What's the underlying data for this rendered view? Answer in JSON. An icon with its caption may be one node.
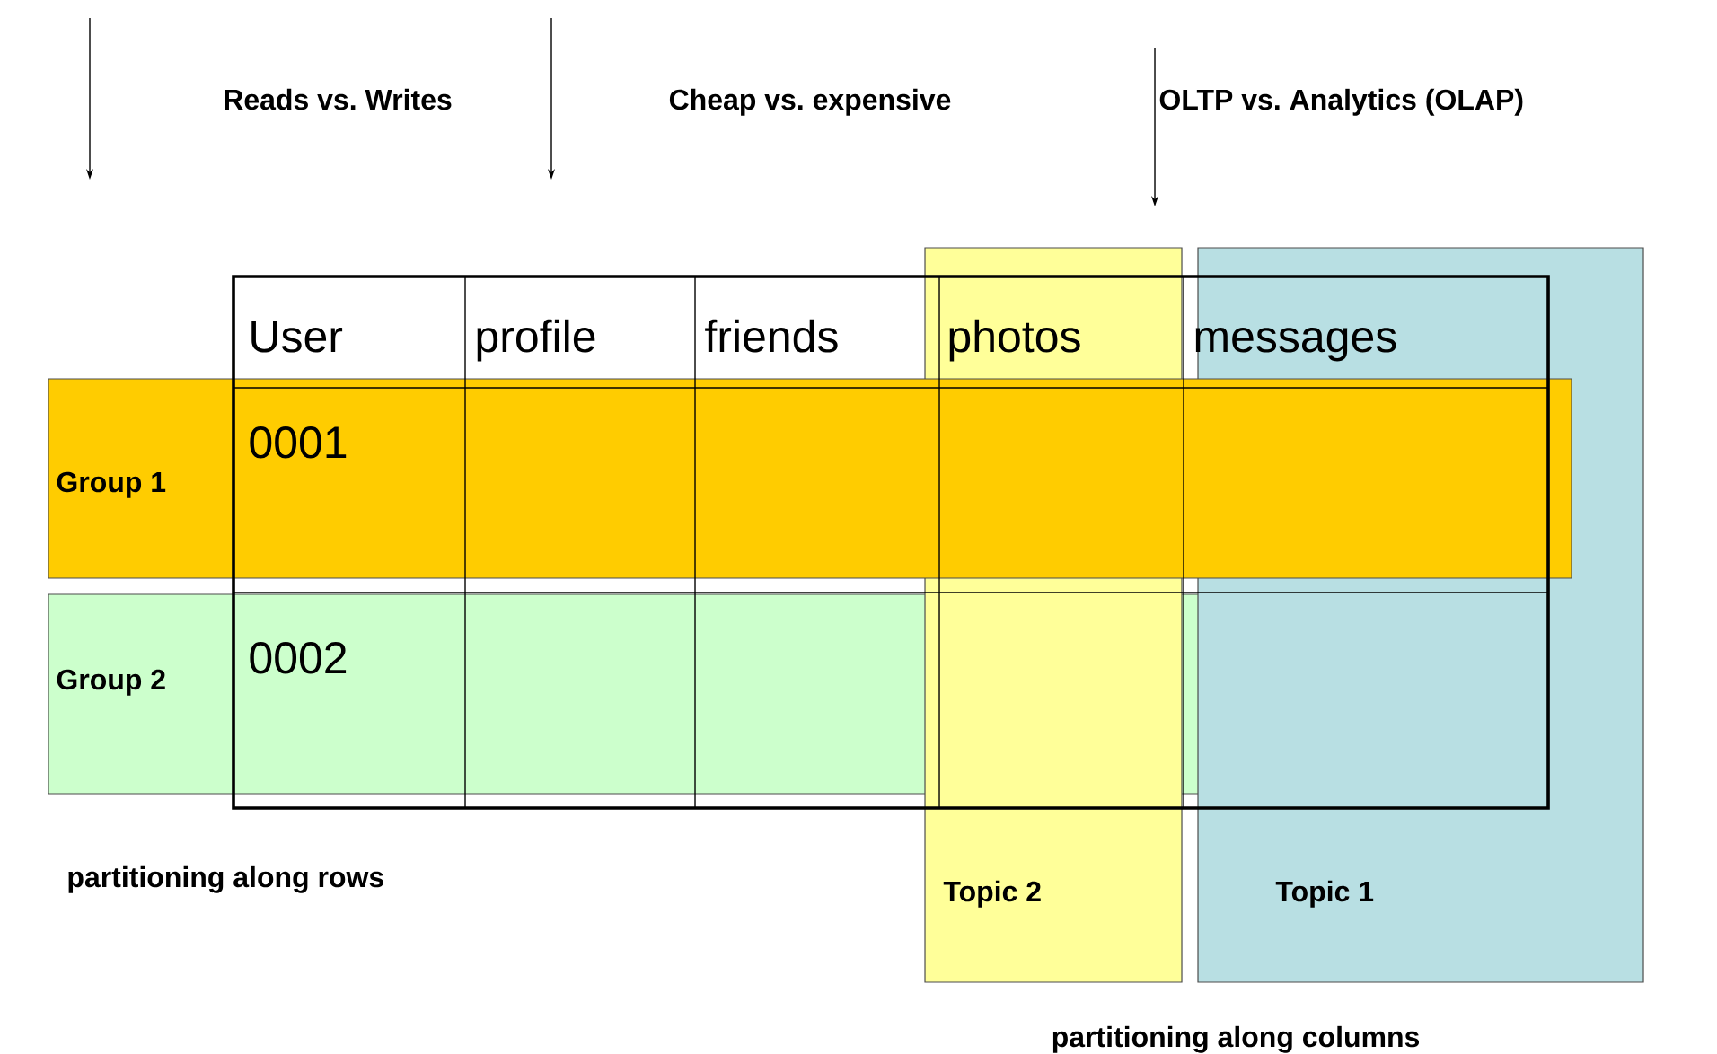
{
  "diagram": {
    "nodes": [
      {
        "text": [
          "Group 1"
        ]
      },
      {
        "text": [
          "Group 2"
        ]
      },
      {
        "text": [
          "Topic 2"
        ]
      },
      {
        "text": [
          "Topic 1"
        ]
      }
    ],
    "labels": [
      "Reads vs. Writes",
      "Cheap vs. expensive",
      "OLTP vs. Analytics (OLAP)",
      "User",
      "profile",
      "friends",
      "photos",
      "messages",
      "0001",
      "0002",
      "partitioning along rows",
      "partitioning along columns"
    ]
  }
}
